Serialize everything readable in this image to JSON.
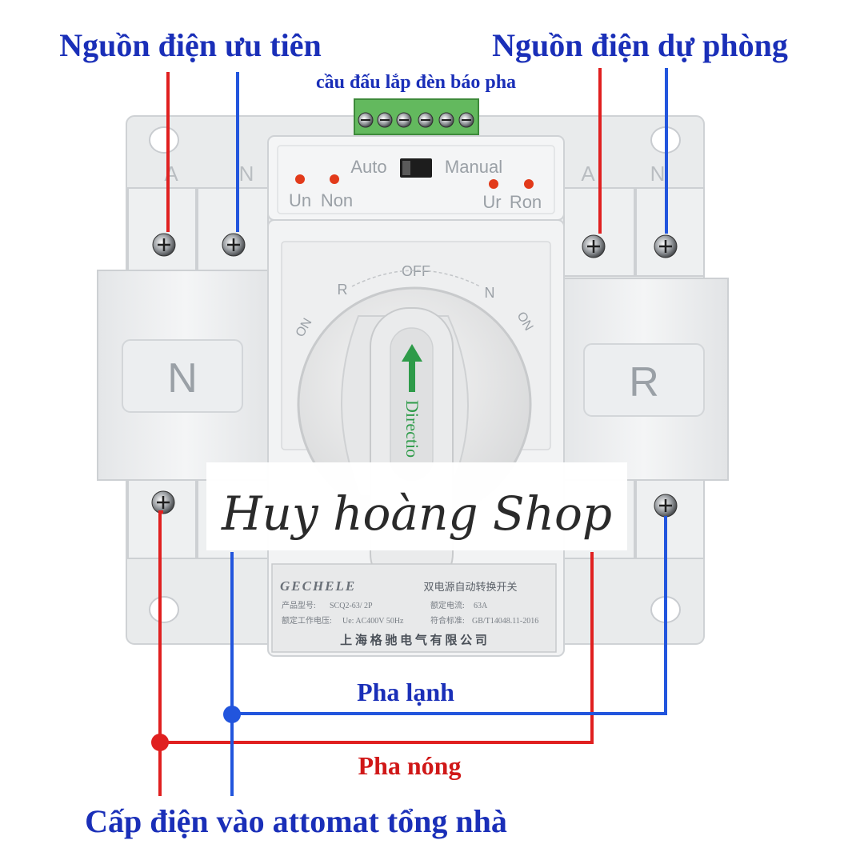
{
  "labels": {
    "source_priority": "Nguồn điện ưu tiên",
    "source_backup": "Nguồn điện dự phòng",
    "terminal_block": "cầu đấu lắp đèn báo pha",
    "neutral_line": "Pha lạnh",
    "live_line": "Pha nóng",
    "house_feed": "Cấp điện vào attomat tổng nhà"
  },
  "device": {
    "mode_auto": "Auto",
    "mode_manual": "Manual",
    "led_un": "Un",
    "led_non": "Non",
    "led_ur": "Ur",
    "led_ron": "Ron",
    "dial_off": "OFF",
    "dial_r": "R",
    "dial_n": "N",
    "dial_on_left": "ON",
    "dial_on_right": "ON",
    "handle_text": "Directio",
    "side_left": "N",
    "side_right": "R",
    "pole_a_left": "A",
    "pole_n_left": "N",
    "pole_a_right": "A",
    "pole_n_right": "N",
    "plate": {
      "brand": "GECHELE",
      "title_cn": "双电源自动转换开关",
      "model_label": "产品型号:",
      "model_value": "SCQ2-63/ 2P",
      "current_label": "额定电流:",
      "current_value": "63A",
      "voltage_label": "额定工作电压:",
      "voltage_value": "Ue: AC400V 50Hz",
      "standard_label": "符合标准:",
      "standard_value": "GB/T14048.11-2016",
      "maker": "上 海 格 驰 电 气 有 限 公 司"
    }
  },
  "watermark": "Huy hoàng Shop",
  "colors": {
    "live": "#e02020",
    "neutral": "#2255dd",
    "label_blue": "#1a2fb8",
    "label_red": "#d01818",
    "led": "#e23a1a",
    "terminal_green": "#5fb85a"
  }
}
